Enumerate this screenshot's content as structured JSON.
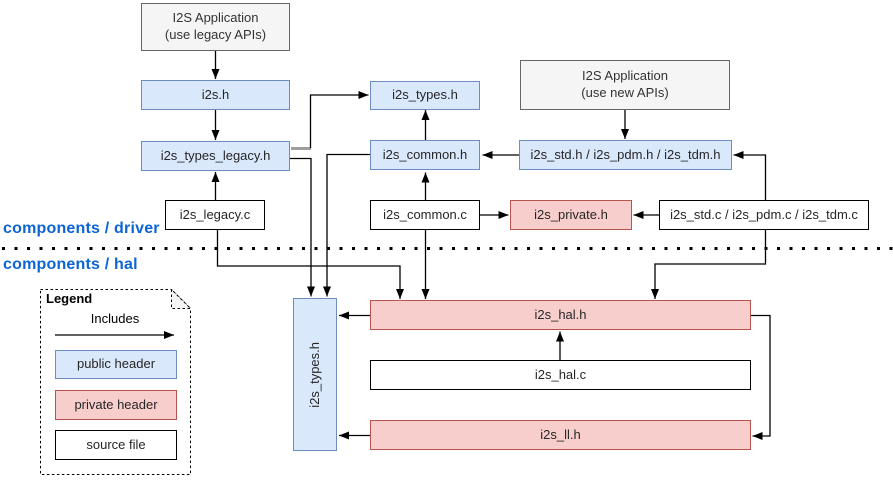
{
  "sections": {
    "driver": "components / driver",
    "hal": "components / hal"
  },
  "nodes": {
    "app_legacy": {
      "line1": "I2S Application",
      "line2": "(use legacy APIs)"
    },
    "app_new": {
      "line1": "I2S Application",
      "line2": "(use new APIs)"
    },
    "i2s_h": "i2s.h",
    "i2s_types_legacy_h": "i2s_types_legacy.h",
    "i2s_legacy_c": "i2s_legacy.c",
    "i2s_types_h": "i2s_types.h",
    "i2s_common_h": "i2s_common.h",
    "i2s_common_c": "i2s_common.c",
    "i2s_std_pdm_tdm_h": "i2s_std.h / i2s_pdm.h / i2s_tdm.h",
    "i2s_private_h": "i2s_private.h",
    "i2s_std_pdm_tdm_c": "i2s_std.c / i2s_pdm.c / i2s_tdm.c",
    "hal_i2s_types_h": "i2s_types.h",
    "i2s_hal_h": "i2s_hal.h",
    "i2s_hal_c": "i2s_hal.c",
    "i2s_ll_h": "i2s_ll.h"
  },
  "legend": {
    "title": "Legend",
    "arrow_label": "Includes",
    "public_header": "public header",
    "private_header": "private header",
    "source_file": "source file"
  },
  "colors": {
    "public_header_fill": "#dae8fc",
    "public_header_stroke": "#6c8ebf",
    "private_header_fill": "#f8cecc",
    "private_header_stroke": "#b85450",
    "app_box_fill": "#f5f5f5",
    "app_box_stroke": "#666666",
    "source_file_fill": "#ffffff",
    "source_file_stroke": "#000000",
    "section_label_text": "#0c64d6",
    "edge_stroke": "#000000"
  },
  "edges": [
    {
      "from": "I2S Application (use legacy APIs)",
      "to": "i2s.h"
    },
    {
      "from": "i2s.h",
      "to": "i2s_types_legacy.h"
    },
    {
      "from": "i2s_legacy.c",
      "to": "i2s_types_legacy.h"
    },
    {
      "from": "i2s_types_legacy.h",
      "to": "i2s_types.h (driver)"
    },
    {
      "from": "i2s_types_legacy.h",
      "to": "i2s_types.h (hal)"
    },
    {
      "from": "i2s_common.h",
      "to": "i2s_types.h (driver)"
    },
    {
      "from": "i2s_common.h",
      "to": "i2s_types.h (hal)"
    },
    {
      "from": "i2s_common.c",
      "to": "i2s_common.h"
    },
    {
      "from": "i2s_common.c",
      "to": "i2s_private.h"
    },
    {
      "from": "i2s_common.c",
      "to": "i2s_hal.h"
    },
    {
      "from": "i2s_legacy.c",
      "to": "i2s_hal.h"
    },
    {
      "from": "I2S Application (use new APIs)",
      "to": "i2s_std.h / i2s_pdm.h / i2s_tdm.h"
    },
    {
      "from": "i2s_std.h / i2s_pdm.h / i2s_tdm.h",
      "to": "i2s_common.h"
    },
    {
      "from": "i2s_std.c / i2s_pdm.c / i2s_tdm.c",
      "to": "i2s_std.h / i2s_pdm.h / i2s_tdm.h"
    },
    {
      "from": "i2s_std.c / i2s_pdm.c / i2s_tdm.c",
      "to": "i2s_private.h"
    },
    {
      "from": "i2s_std.c / i2s_pdm.c / i2s_tdm.c",
      "to": "i2s_hal.h"
    },
    {
      "from": "i2s_hal.c",
      "to": "i2s_hal.h"
    },
    {
      "from": "i2s_hal.h",
      "to": "i2s_types.h (hal)"
    },
    {
      "from": "i2s_hal.h",
      "to": "i2s_ll.h"
    },
    {
      "from": "i2s_ll.h",
      "to": "i2s_types.h (hal)"
    }
  ]
}
